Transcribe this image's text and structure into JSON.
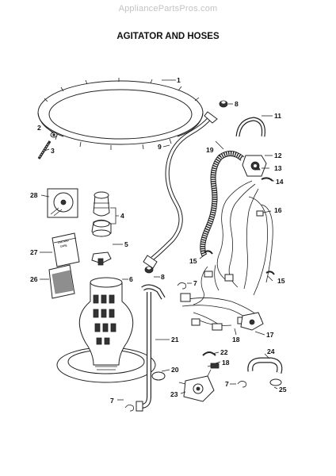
{
  "watermark": "AppliancePartsPros.com",
  "title": "AGITATOR AND HOSES",
  "callouts": [
    {
      "id": "c1",
      "text": "1"
    },
    {
      "id": "c2",
      "text": "2"
    },
    {
      "id": "c3",
      "text": "3"
    },
    {
      "id": "c4",
      "text": "4"
    },
    {
      "id": "c5",
      "text": "5"
    },
    {
      "id": "c6",
      "text": "6"
    },
    {
      "id": "c7a",
      "text": "7"
    },
    {
      "id": "c7b",
      "text": "7"
    },
    {
      "id": "c7c",
      "text": "7"
    },
    {
      "id": "c8a",
      "text": "8"
    },
    {
      "id": "c8b",
      "text": "8"
    },
    {
      "id": "c9",
      "text": "9"
    },
    {
      "id": "c11",
      "text": "11"
    },
    {
      "id": "c12",
      "text": "12"
    },
    {
      "id": "c13",
      "text": "13"
    },
    {
      "id": "c14",
      "text": "14"
    },
    {
      "id": "c15",
      "text": "15"
    },
    {
      "id": "c16",
      "text": "16"
    },
    {
      "id": "c17",
      "text": "17"
    },
    {
      "id": "c18a",
      "text": "18"
    },
    {
      "id": "c18b",
      "text": "18"
    },
    {
      "id": "c19",
      "text": "19"
    },
    {
      "id": "c20",
      "text": "20"
    },
    {
      "id": "c21",
      "text": "21"
    },
    {
      "id": "c22",
      "text": "22"
    },
    {
      "id": "c23",
      "text": "23"
    },
    {
      "id": "c24",
      "text": "24"
    },
    {
      "id": "c25",
      "text": "25"
    },
    {
      "id": "c26",
      "text": "26"
    },
    {
      "id": "c27",
      "text": "27"
    },
    {
      "id": "c28",
      "text": "28"
    }
  ],
  "guide_text": [
    "USE AND",
    "CARE"
  ]
}
